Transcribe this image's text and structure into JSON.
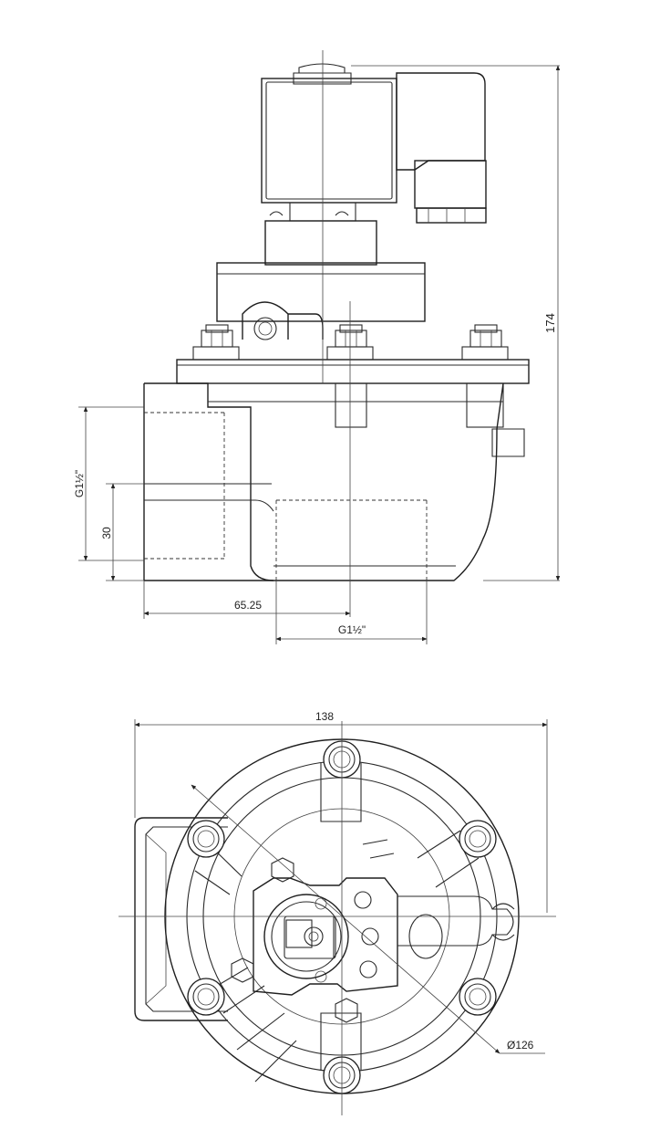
{
  "dimensions": {
    "height_total": "174",
    "inlet_thread_label": "G1½\"",
    "inlet_height": "30",
    "inlet_offset": "65.25",
    "outlet_thread_label": "G1½\"",
    "overall_width": "138",
    "bolt_circle_diameter": "Ø126"
  },
  "colors": {
    "line": "#1f1f1f",
    "background": "#ffffff"
  }
}
